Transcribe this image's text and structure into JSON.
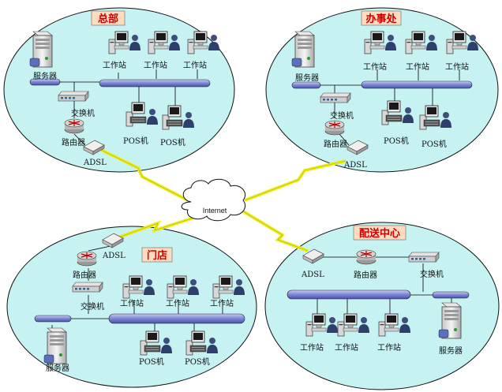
{
  "sites": {
    "hq": {
      "title": "总部",
      "server": "服务器",
      "switch": "交换机",
      "router": "路由器",
      "adsl": "ADSL",
      "workstations": [
        "工作站",
        "工作站",
        "工作站"
      ],
      "pos": [
        "POS机",
        "POS机"
      ]
    },
    "office": {
      "title": "办事处",
      "server": "服务器",
      "switch": "交换机",
      "router": "路由器",
      "adsl": "ADSL",
      "workstations": [
        "工作站",
        "工作站",
        "工作站"
      ],
      "pos": [
        "POS机",
        "POS机"
      ]
    },
    "store": {
      "title": "门店",
      "server": "服务器",
      "switch": "交换机",
      "router": "路由器",
      "adsl": "ADSL",
      "workstations": [
        "工作站",
        "工作站",
        "工作站"
      ],
      "pos": [
        "POS机",
        "POS机"
      ]
    },
    "dist": {
      "title": "配送中心",
      "server": "服务器",
      "switch": "交换机",
      "router": "路由器",
      "adsl": "ADSL",
      "workstations": [
        "工作站",
        "工作站",
        "工作站"
      ]
    }
  },
  "internet": "Internet",
  "colors": {
    "site_fill": "#c6f2f2",
    "title_box": "#ffdcc0",
    "title_text": "#d00000",
    "bus_fill": "#8a90d8",
    "lightning": "#f0f000"
  }
}
